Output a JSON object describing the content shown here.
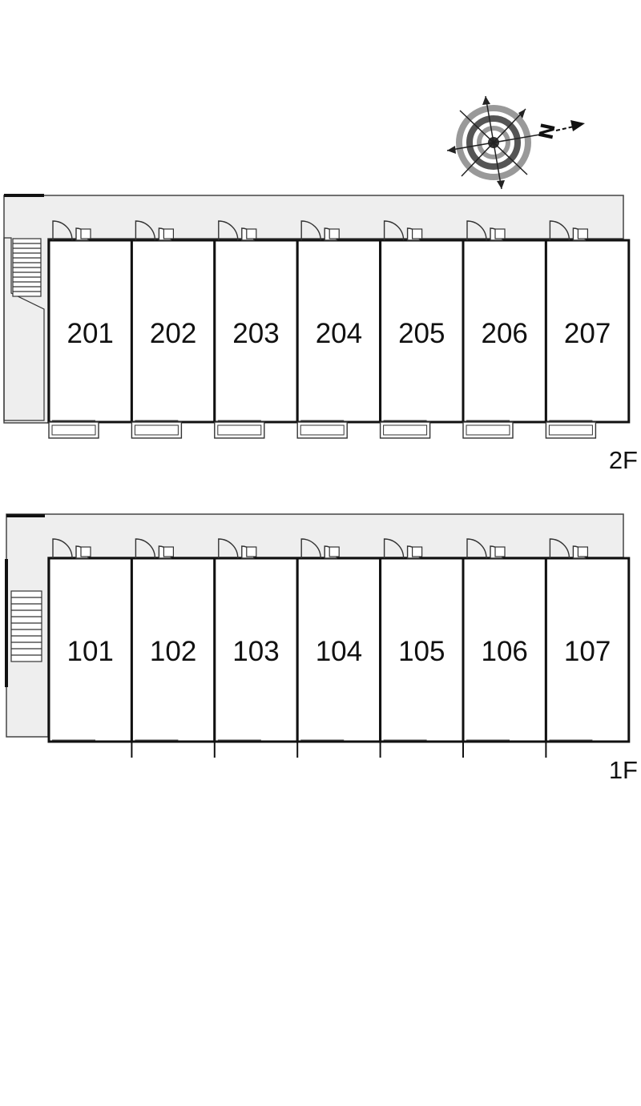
{
  "compass": {
    "north_label": "N",
    "icon": "compass-icon"
  },
  "floors": [
    {
      "id": "2f",
      "label": "2F",
      "units": [
        "201",
        "202",
        "203",
        "204",
        "205",
        "206",
        "207"
      ]
    },
    {
      "id": "1f",
      "label": "1F",
      "units": [
        "101",
        "102",
        "103",
        "104",
        "105",
        "106",
        "107"
      ]
    }
  ],
  "colors": {
    "corridor": "#eeeeee",
    "wall": "#111111",
    "compass_ring": "#999999"
  }
}
